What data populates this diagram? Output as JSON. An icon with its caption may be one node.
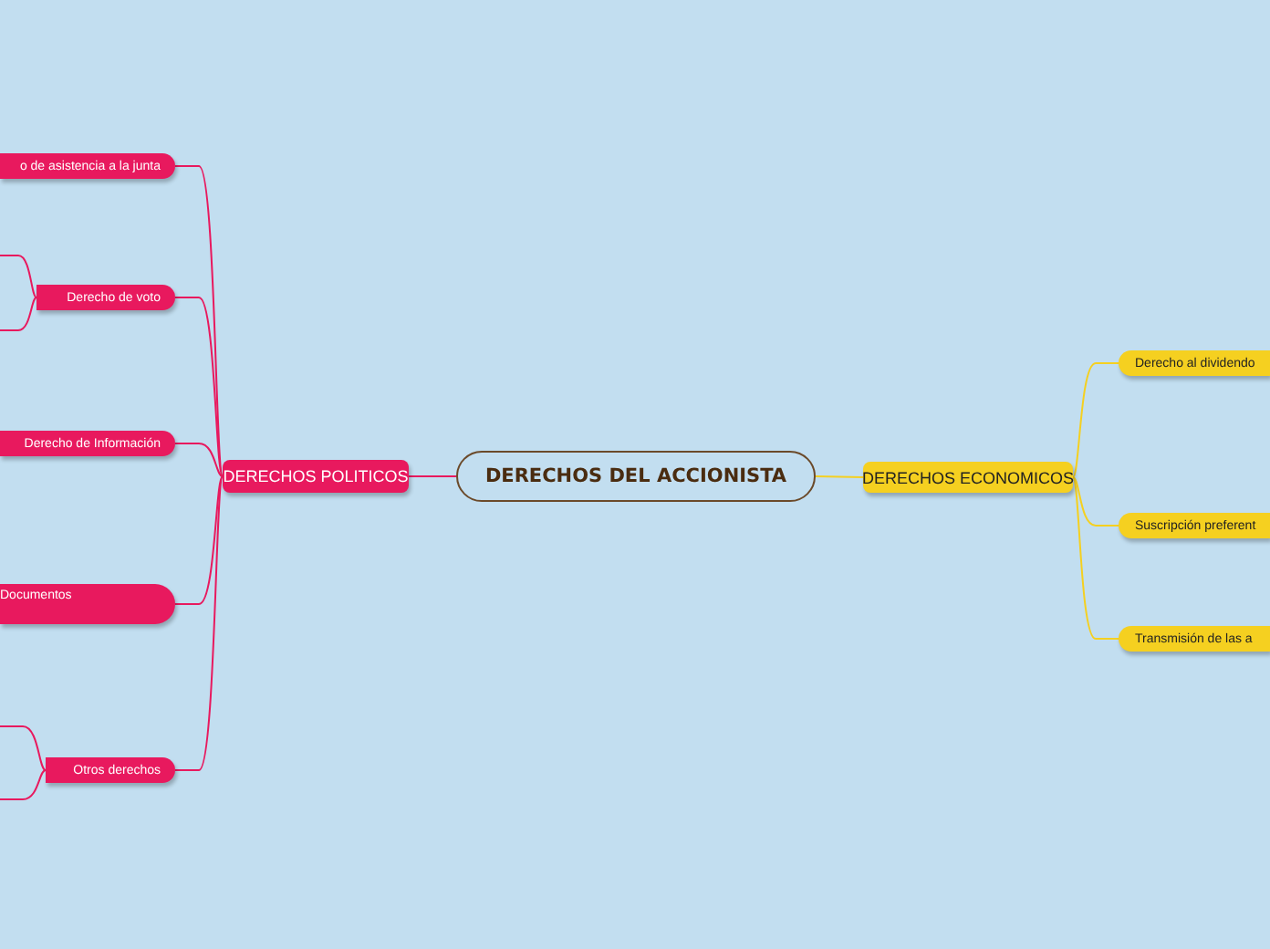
{
  "diagram": {
    "nodes": [
      {
        "text": [
          "DERECHOS DEL ACCIONISTA"
        ]
      },
      {
        "text": [
          "DERECHOS POLITICOS"
        ]
      },
      {
        "text": [
          "o de asistencia a la junta"
        ]
      },
      {
        "text": [
          "Derecho de voto"
        ]
      },
      {
        "text": [
          "Derecho de Información"
        ]
      },
      {
        "text": [
          "Documentos"
        ]
      },
      {
        "text": [
          "Otros derechos"
        ]
      },
      {
        "text": [
          "DERECHOS ECONOMICOS"
        ]
      },
      {
        "text": [
          "Derecho al dividendo"
        ]
      },
      {
        "text": [
          "Suscripción preferent"
        ]
      },
      {
        "text": [
          "Transmisión de las a"
        ]
      }
    ],
    "edges": [
      {
        "from": 0,
        "to": 1,
        "arrow": "none"
      },
      {
        "from": 1,
        "to": 2,
        "arrow": "none"
      },
      {
        "from": 1,
        "to": 3,
        "arrow": "none"
      },
      {
        "from": 1,
        "to": 4,
        "arrow": "none"
      },
      {
        "from": 1,
        "to": 5,
        "arrow": "none"
      },
      {
        "from": 1,
        "to": 6,
        "arrow": "none"
      },
      {
        "from": 3,
        "to": null,
        "arrow": "none"
      },
      {
        "from": 3,
        "to": null,
        "arrow": "none"
      },
      {
        "from": 6,
        "to": null,
        "arrow": "none"
      },
      {
        "from": 6,
        "to": null,
        "arrow": "none"
      },
      {
        "from": 0,
        "to": 7,
        "arrow": "none",
        "color": "#f5d020"
      },
      {
        "from": 7,
        "to": 8,
        "arrow": "none",
        "color": "#f5d020"
      },
      {
        "from": 7,
        "to": 9,
        "arrow": "none",
        "color": "#f5d020"
      },
      {
        "from": 7,
        "to": 10,
        "arrow": "none",
        "color": "#f5d020"
      }
    ]
  }
}
